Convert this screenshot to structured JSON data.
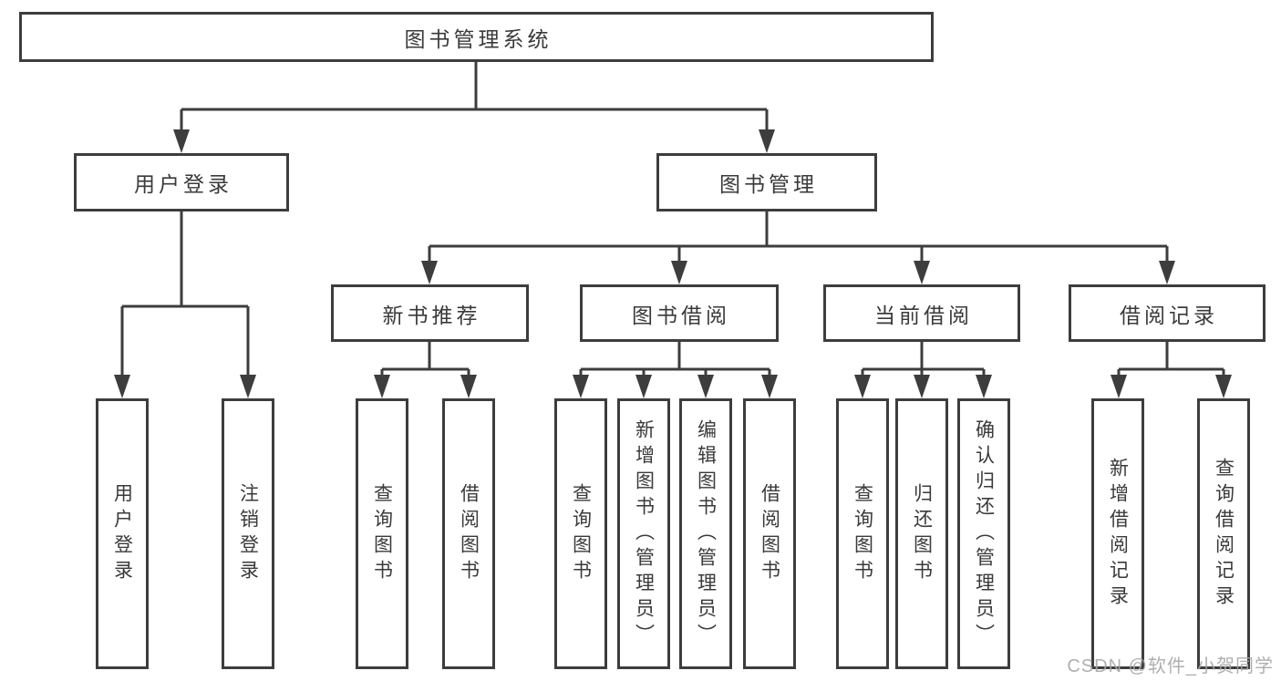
{
  "tree": {
    "root": {
      "label": "图书管理系统"
    },
    "branches": [
      {
        "label": "用户登录",
        "children": [
          {
            "label": "用户登录"
          },
          {
            "label": "注销登录"
          }
        ]
      },
      {
        "label": "图书管理",
        "children": [
          {
            "label": "新书推荐",
            "children": [
              {
                "label": "查询图书"
              },
              {
                "label": "借阅图书"
              }
            ]
          },
          {
            "label": "图书借阅",
            "children": [
              {
                "label": "查询图书"
              },
              {
                "label": "新增图书（管理员）"
              },
              {
                "label": "编辑图书（管理员）"
              },
              {
                "label": "借阅图书"
              }
            ]
          },
          {
            "label": "当前借阅",
            "children": [
              {
                "label": "查询图书"
              },
              {
                "label": "归还图书"
              },
              {
                "label": "确认归还（管理员）"
              }
            ]
          },
          {
            "label": "借阅记录",
            "children": [
              {
                "label": "新增借阅记录"
              },
              {
                "label": "查询借阅记录"
              }
            ]
          }
        ]
      }
    ]
  },
  "watermark": {
    "text": "CSDN @软件_小贺同学"
  },
  "colors": {
    "line": "#3d3d3d",
    "text": "#3a3a3a",
    "box_background": "#ffffff",
    "watermark": "#a6a6a6"
  }
}
